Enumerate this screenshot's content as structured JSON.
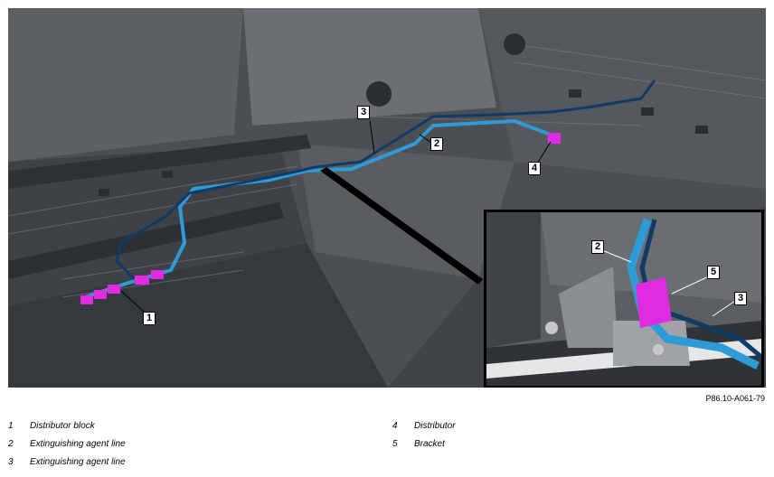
{
  "figure_code": "P86.10-A061-79",
  "callouts": {
    "main": [
      "1",
      "2",
      "3",
      "4"
    ],
    "inset": [
      "2",
      "5",
      "3"
    ]
  },
  "legend": [
    {
      "num": "1",
      "text": "Distributor block"
    },
    {
      "num": "2",
      "text": "Extinguishing agent line"
    },
    {
      "num": "3",
      "text": "Extinguishing agent line"
    },
    {
      "num": "4",
      "text": "Distributor"
    },
    {
      "num": "5",
      "text": "Bracket"
    }
  ],
  "colors": {
    "agent_line_light": "#2f9bd6",
    "agent_line_dark": "#123a66",
    "highlight": "#e02be0"
  }
}
